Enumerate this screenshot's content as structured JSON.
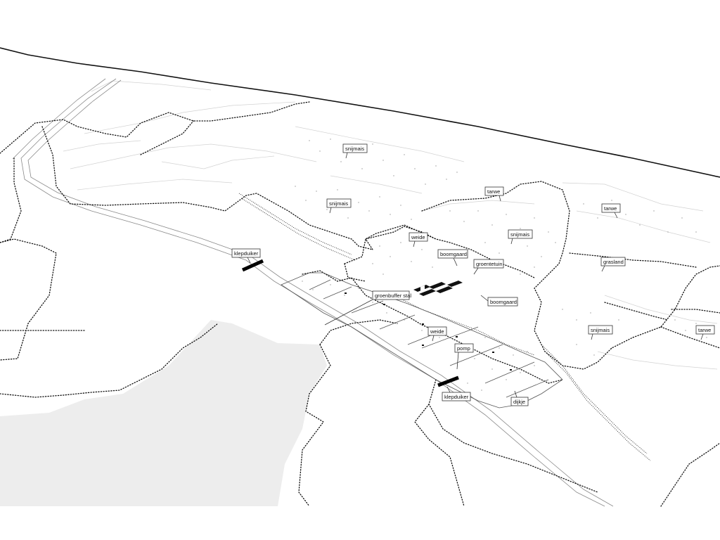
{
  "colors": {
    "background": "#ffffff",
    "line": "#111111",
    "light_line": "#c8c8c8",
    "water": "#ececec",
    "label_border": "#333333"
  },
  "labels": {
    "snijmais_1": "snijmais",
    "snijmais_2": "snijmais",
    "snijmais_3": "snijmais",
    "snijmais_4": "snijmais",
    "tarwe_1": "tarwe",
    "tarwe_2": "tarwe",
    "tarwe_3": "tarwe",
    "weide_1": "weide",
    "weide_2": "weide",
    "boomgaard_1": "boomgaard",
    "boomgaard_2": "boomgaard",
    "groentetuin": "groentetuin",
    "grasland": "grasland",
    "klepduiker_1": "klepduiker",
    "klepduiker_2": "klepduiker",
    "groenbuffer_stal": "groenbuffer stal",
    "pomp": "pomp",
    "dijkje": "dijkje"
  }
}
